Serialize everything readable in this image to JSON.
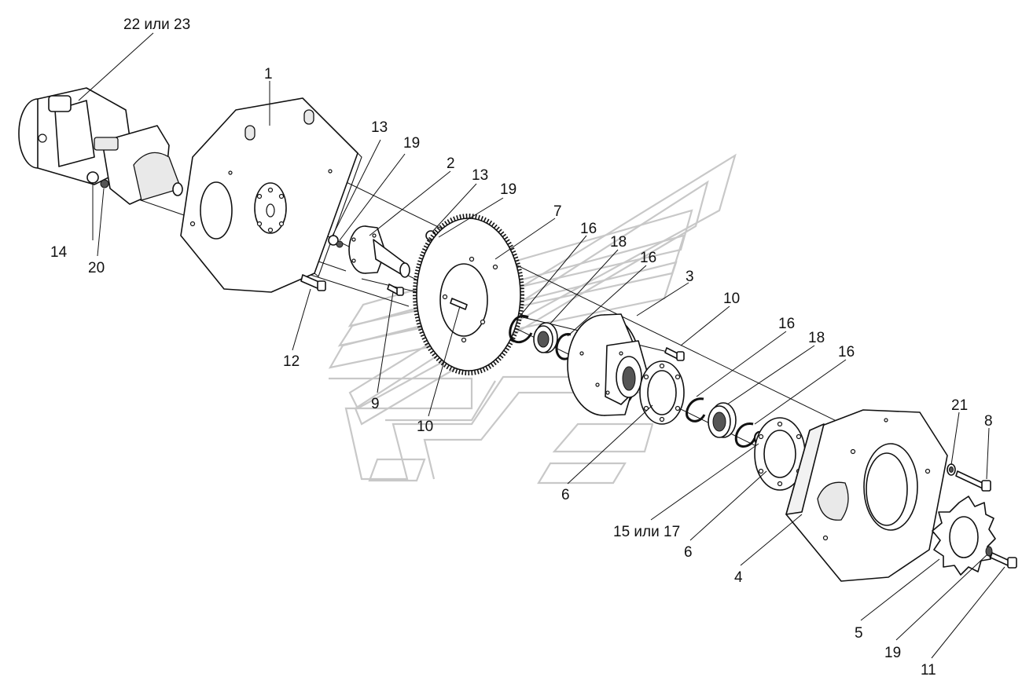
{
  "labels": {
    "starter": "22 или 23",
    "plate": "1",
    "nut_a": "13",
    "washer_a": "19",
    "shaft": "2",
    "nut_b": "13",
    "washer_b": "19",
    "ring_gear": "7",
    "circlip_a": "16",
    "bearing_a": "18",
    "circlip_b": "16",
    "hub": "3",
    "bolt_hub": "10",
    "circlip_c": "16",
    "bearing_b": "18",
    "circlip_d": "16",
    "washer_c": "21",
    "bolt_cover": "8",
    "nut_starter": "14",
    "washer_starter": "20",
    "bolt_plate": "12",
    "bolt_shaft": "9",
    "bolt_gear": "10",
    "gasket_a": "6",
    "ring": "15 или 17",
    "gasket_b": "6",
    "cover": "4",
    "sprocket": "5",
    "washer_d": "19",
    "bolt_sprocket": "11"
  }
}
